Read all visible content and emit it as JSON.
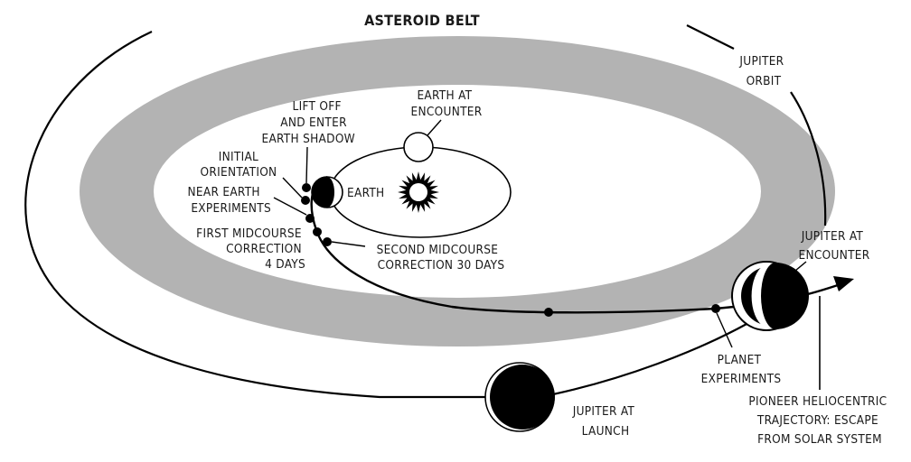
{
  "title": "ASTEROID BELT",
  "colors": {
    "belt": "#b3b3b3",
    "ink": "#000000",
    "background": "#ffffff"
  },
  "labels": {
    "jupiter_orbit": [
      "JUPITER",
      "ORBIT"
    ],
    "earth_at_encounter": [
      "EARTH  AT",
      "ENCOUNTER"
    ],
    "lift_off": [
      "LIFT OFF",
      "AND ENTER",
      "EARTH SHADOW"
    ],
    "initial_orientation": [
      "INITIAL",
      "ORIENTATION"
    ],
    "near_earth_experiments": [
      "NEAR EARTH",
      "EXPERIMENTS"
    ],
    "first_midcourse": [
      "FIRST MIDCOURSE",
      "CORRECTION",
      "4  DAYS"
    ],
    "second_midcourse": [
      "SECOND MIDCOURSE",
      "CORRECTION  30  DAYS"
    ],
    "earth": "EARTH",
    "jupiter_at_encounter": [
      "JUPITER AT",
      "ENCOUNTER"
    ],
    "planet_experiments": [
      "PLANET",
      "EXPERIMENTS"
    ],
    "pioneer_trajectory": [
      "PIONEER HELIOCENTRIC",
      "TRAJECTORY:    ESCAPE",
      "FROM SOLAR SYSTEM"
    ],
    "jupiter_at_launch": [
      "JUPITER AT",
      "LAUNCH"
    ]
  },
  "icons": {
    "sun": "sun-icon",
    "earth": "earth-icon",
    "jupiter": "jupiter-icon",
    "arrow": "arrowhead-icon"
  }
}
